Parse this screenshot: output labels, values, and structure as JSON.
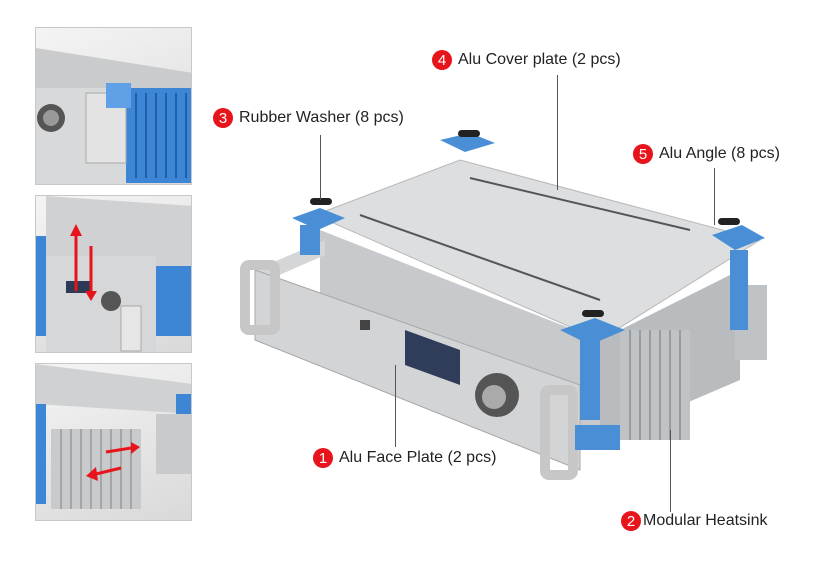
{
  "callouts": [
    {
      "num": "1",
      "text": "Alu Face Plate (2 pcs)"
    },
    {
      "num": "2",
      "text": "Modular Heatsink"
    },
    {
      "num": "3",
      "text": "Rubber Washer (8 pcs)"
    },
    {
      "num": "4",
      "text": "Alu Cover plate (2 pcs)"
    },
    {
      "num": "5",
      "text": "Alu Angle (8 pcs)"
    }
  ],
  "colors": {
    "accent": "#e8141b",
    "blue": "#4a8fd6",
    "aluminium": "#cfd2d5"
  }
}
